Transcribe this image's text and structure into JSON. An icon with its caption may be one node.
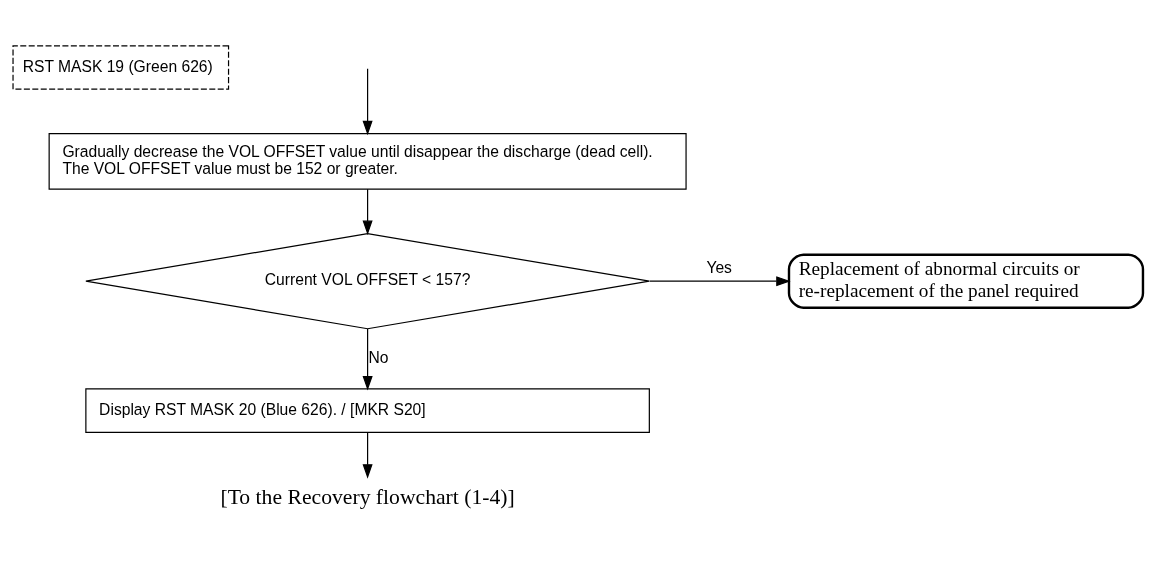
{
  "diagram": {
    "nodes": [
      {
        "text": [
          "RST MASK 19 (Green 626)"
        ]
      },
      {
        "text": [
          "Gradually decrease the VOL OFFSET value until disappear the discharge (dead cell).",
          "The VOL OFFSET value must be 152 or greater."
        ]
      },
      {
        "text": [
          "Current VOL OFFSET < 157?"
        ]
      },
      {
        "text": [
          "Replacement of abnormal circuits or re-replacement of the panel required"
        ]
      },
      {
        "text": [
          "Display RST MASK 20 (Blue 626). / [MKR S20]"
        ]
      },
      {
        "text": [
          "[To the Recovery flowchart (1-4)]"
        ]
      }
    ],
    "edges": [
      {
        "from": null,
        "to": 1,
        "arrow": "to"
      },
      {
        "from": 1,
        "to": 2,
        "arrow": "to"
      },
      {
        "from": 2,
        "to": 3,
        "arrow": "to",
        "label": "Yes"
      },
      {
        "from": 2,
        "to": 4,
        "arrow": "to",
        "label": "No"
      },
      {
        "from": 4,
        "to": 5,
        "arrow": "to"
      }
    ]
  }
}
